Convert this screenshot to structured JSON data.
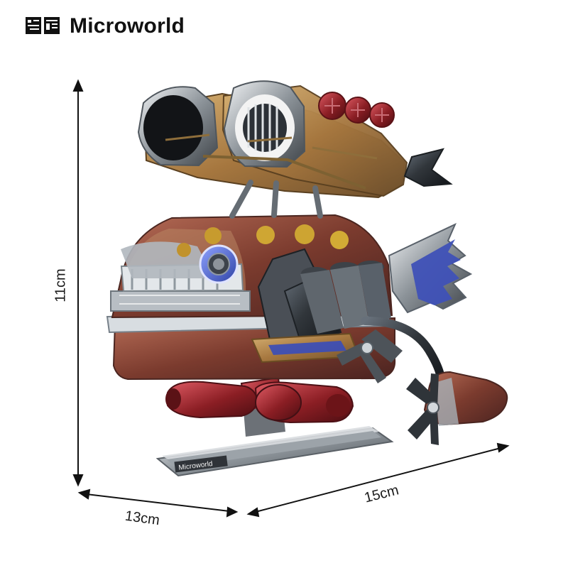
{
  "brand": {
    "name": "Microworld",
    "logo_icon": "dragon-logo-icon"
  },
  "dimensions": {
    "height_label": "11cm",
    "depth_label": "13cm",
    "width_label": "15cm"
  },
  "base": {
    "plate_text": "Microworld"
  },
  "colors": {
    "accent_red": "#8c1f25",
    "copper": "#7a3a2b",
    "gold": "#b48a45",
    "steel": "#8d9297",
    "blue_trim": "#3d4fb5",
    "dark_metal": "#2d3034"
  }
}
